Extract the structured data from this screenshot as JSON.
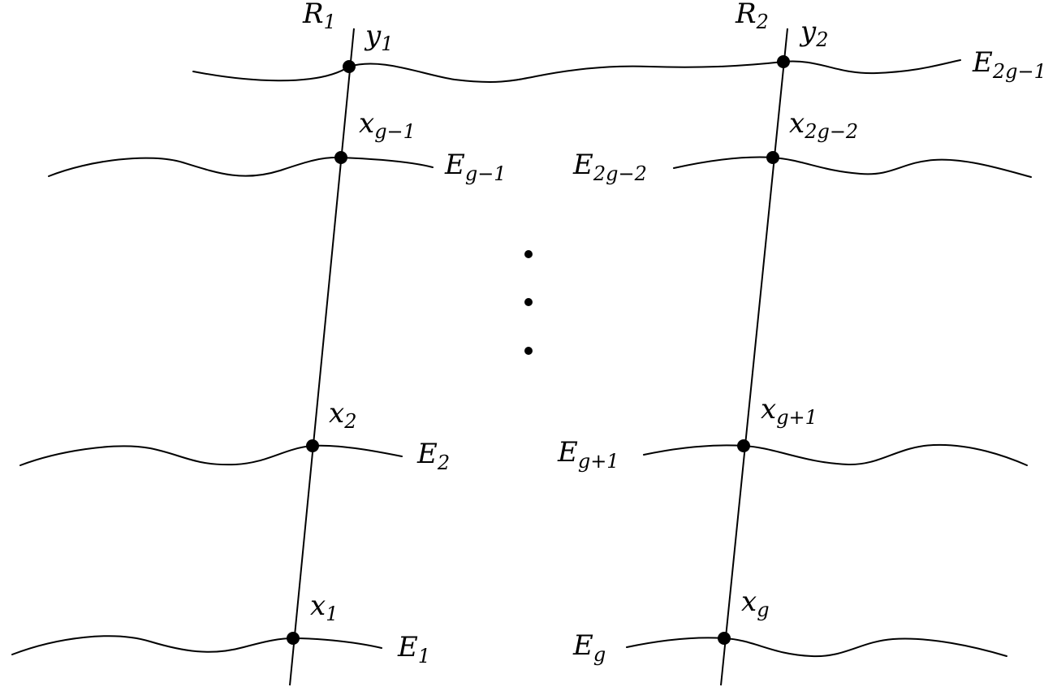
{
  "curves": {
    "R1": {
      "base": "R",
      "sub": "1"
    },
    "R2": {
      "base": "R",
      "sub": "2"
    },
    "E1": {
      "base": "E",
      "sub": "1"
    },
    "E2": {
      "base": "E",
      "sub": "2"
    },
    "Eg_minus_1": {
      "base": "E",
      "sub": "g−1"
    },
    "Eg": {
      "base": "E",
      "sub": "g"
    },
    "Eg_plus_1": {
      "base": "E",
      "sub": "g+1"
    },
    "E2g_minus_2": {
      "base": "E",
      "sub": "2g−2"
    },
    "E2g_minus_1": {
      "base": "E",
      "sub": "2g−1"
    }
  },
  "points": {
    "x1": {
      "base": "x",
      "sub": "1"
    },
    "x2": {
      "base": "x",
      "sub": "2"
    },
    "xg_minus_1": {
      "base": "x",
      "sub": "g−1"
    },
    "xg": {
      "base": "x",
      "sub": "g"
    },
    "xg_plus_1": {
      "base": "x",
      "sub": "g+1"
    },
    "x2g_minus_2": {
      "base": "x",
      "sub": "2g−2"
    },
    "y1": {
      "base": "y",
      "sub": "1"
    },
    "y2": {
      "base": "y",
      "sub": "2"
    }
  }
}
